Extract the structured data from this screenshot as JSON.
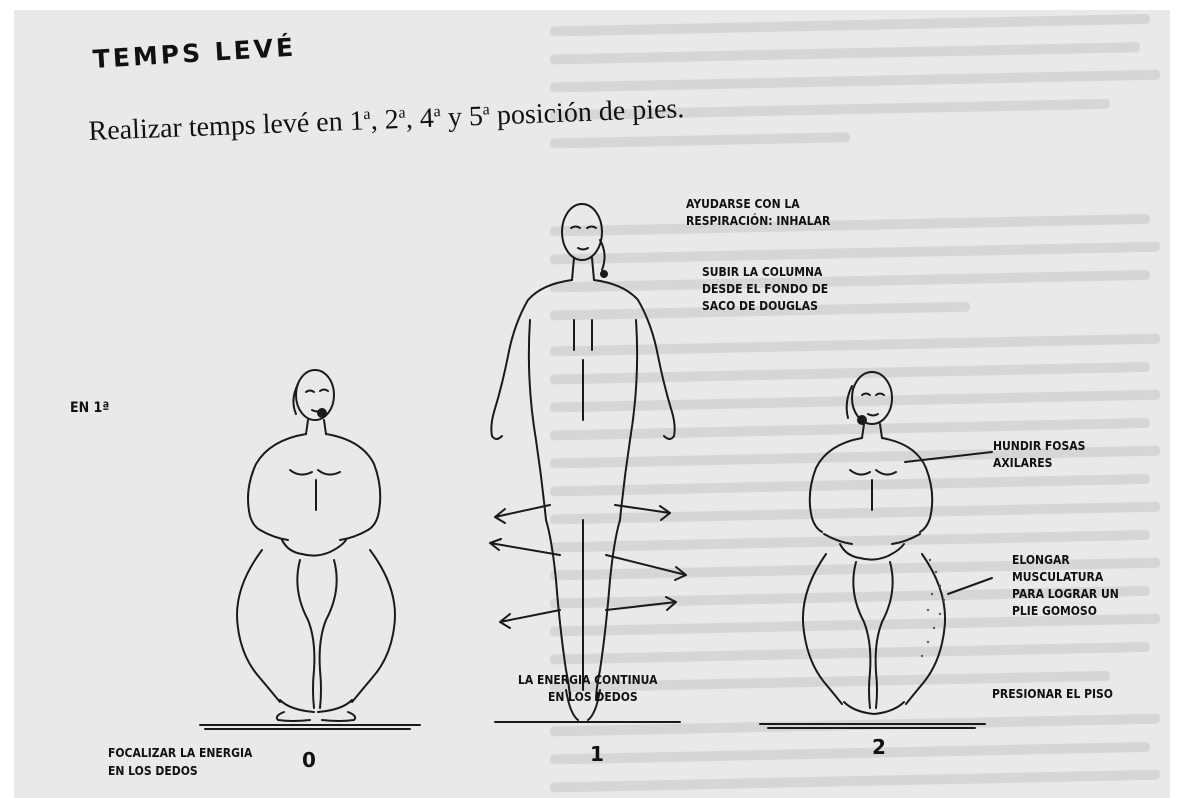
{
  "heading": "TEMPS LEVÉ",
  "instruction": {
    "prefix": "Realizar temps levé en 1",
    "sup1": "a",
    "mid1": ", 2",
    "sup2": "a",
    "mid2": ", 4",
    "sup3": "a",
    "mid3": " y 5",
    "sup4": "a",
    "suffix": " posición de pies."
  },
  "labels": {
    "en_1a": "EN 1ª",
    "respiracion_1": "AYUDARSE CON LA",
    "respiracion_2": "RESPIRACIÓN: INHALAR",
    "columna_1": "SUBIR LA COLUMNA",
    "columna_2": "DESDE EL FONDO DE",
    "columna_3": "SACO DE DOUGLAS",
    "fosas_1": "HUNDIR FOSAS",
    "fosas_2": "AXILARES",
    "elongar_1": "ELONGAR",
    "elongar_2": "MUSCULATURA",
    "elongar_3": "PARA LOGRAR UN",
    "elongar_4": "PLIE  GOMOSO",
    "piso": "PRESIONAR EL PISO",
    "energia_continua_1": "LA ENERGIA CONTINUA",
    "energia_continua_2": "EN LOS DEDOS",
    "focalizar_1": "FOCALIZAR LA ENERGIA",
    "focalizar_2": "EN LOS DEDOS"
  },
  "figure_numbers": {
    "fig0": "0",
    "fig1": "1",
    "fig2": "2"
  },
  "colors": {
    "paper": "#e9e9e7",
    "ink": "#111111",
    "bleed_through": "#8a8a8a"
  }
}
